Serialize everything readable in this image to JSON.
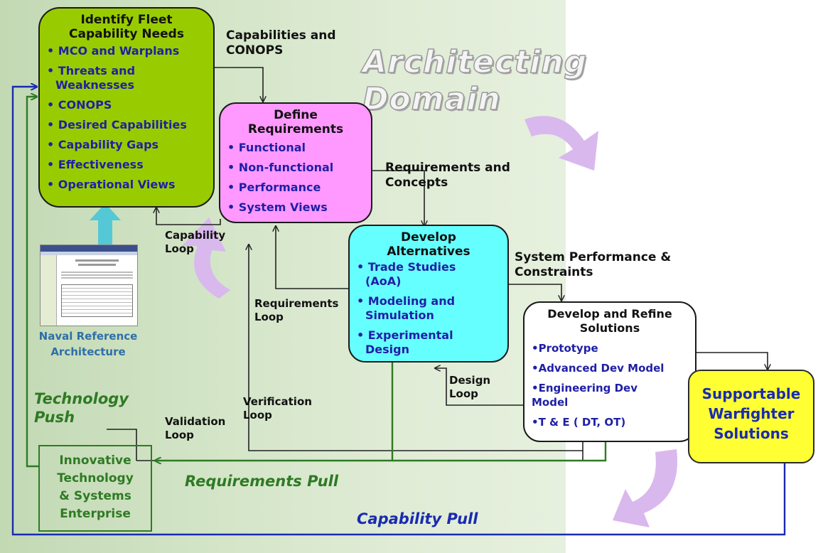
{
  "domain_title": [
    "Architecting",
    "Domain"
  ],
  "boxes": {
    "fleet": {
      "title": [
        "Identify Fleet",
        "Capability Needs"
      ],
      "items": [
        "• MCO and Warplans",
        "• Threats and",
        "Weaknesses",
        "• CONOPS",
        "• Desired Capabilities",
        "• Capability Gaps",
        "• Effectiveness",
        "• Operational Views"
      ]
    },
    "requirements": {
      "title": [
        "Define",
        "Requirements"
      ],
      "items": [
        "• Functional",
        "• Non-functional",
        "• Performance",
        "• System Views"
      ]
    },
    "alternatives": {
      "title": [
        "Develop",
        "Alternatives"
      ],
      "items": [
        "• Trade Studies",
        "(AoA)",
        "• Modeling and",
        "Simulation",
        "• Experimental",
        "Design"
      ]
    },
    "solutions": {
      "title": [
        "Develop and Refine",
        "Solutions"
      ],
      "items": [
        "•Prototype",
        "•Advanced Dev Model",
        "•Engineering Dev",
        "Model",
        "•T & E ( DT, OT)"
      ]
    },
    "warfighter": {
      "title": [
        "Supportable",
        "Warfighter",
        "Solutions"
      ]
    },
    "innovative": {
      "title": [
        "Innovative",
        "Technology",
        "& Systems",
        "Enterprise"
      ]
    }
  },
  "labels": {
    "capabilities_conops": [
      "Capabilities and",
      "CONOPS"
    ],
    "requirements_concepts": [
      "Requirements and",
      "Concepts"
    ],
    "system_performance": [
      "System Performance &",
      "Constraints"
    ],
    "capability_loop": [
      "Capability",
      "Loop"
    ],
    "requirements_loop": [
      "Requirements",
      "Loop"
    ],
    "design_loop": [
      "Design",
      "Loop"
    ],
    "verification_loop": [
      "Verification",
      "Loop"
    ],
    "validation_loop": [
      "Validation",
      "Loop"
    ],
    "naval_reference": [
      "Naval Reference",
      "Architecture"
    ],
    "technology_push": [
      "Technology",
      "Push"
    ],
    "requirements_pull": "Requirements Pull",
    "capability_pull": "Capability Pull"
  },
  "colors": {
    "fleet_box": "#99cc00",
    "requirements_box": "#ff99ff",
    "alternatives_box": "#66ffff",
    "solutions_box": "#ffffff",
    "warfighter_box": "#ffff33",
    "bullet_text": "#1f1fa6",
    "green_flow": "#2f7a24",
    "blue_flow": "#1a2bb0",
    "cycle_arrows": "#d9b8ee"
  }
}
